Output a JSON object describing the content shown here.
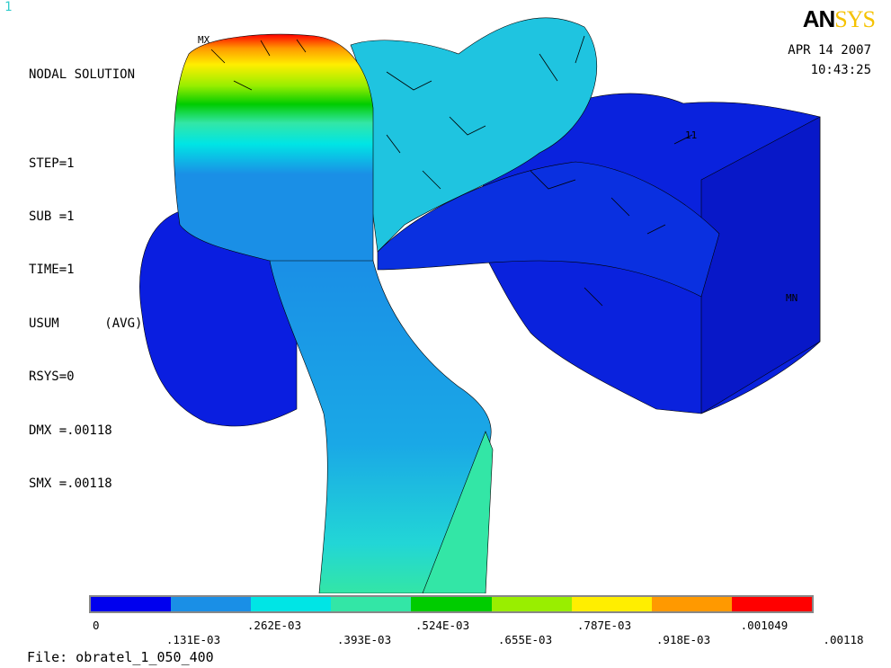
{
  "window_number": "1",
  "logo": {
    "part1": "AN",
    "part2": "SYS"
  },
  "info_lines": [
    "NODAL SOLUTION",
    "",
    "STEP=1",
    "SUB =1",
    "TIME=1",
    "USUM      (AVG)",
    "RSYS=0",
    "DMX =.00118",
    "SMX =.00118"
  ],
  "date": "APR 14 2007",
  "time": "10:43:25",
  "markers": {
    "mx": "MX",
    "mn": "MN",
    "node": "11"
  },
  "legend": {
    "colors": [
      "#0000ee",
      "#1a8fe6",
      "#00e5e5",
      "#33e6a6",
      "#00cc00",
      "#99ee00",
      "#ffee00",
      "#ff9900",
      "#ff0000"
    ],
    "labels_top": [
      "0",
      ".262E-03",
      ".524E-03",
      ".787E-03",
      ".001049"
    ],
    "labels_bottom": [
      ".131E-03",
      ".393E-03",
      ".655E-03",
      ".918E-03",
      ".00118"
    ]
  },
  "file_label": "File: obratel_1_050_400"
}
